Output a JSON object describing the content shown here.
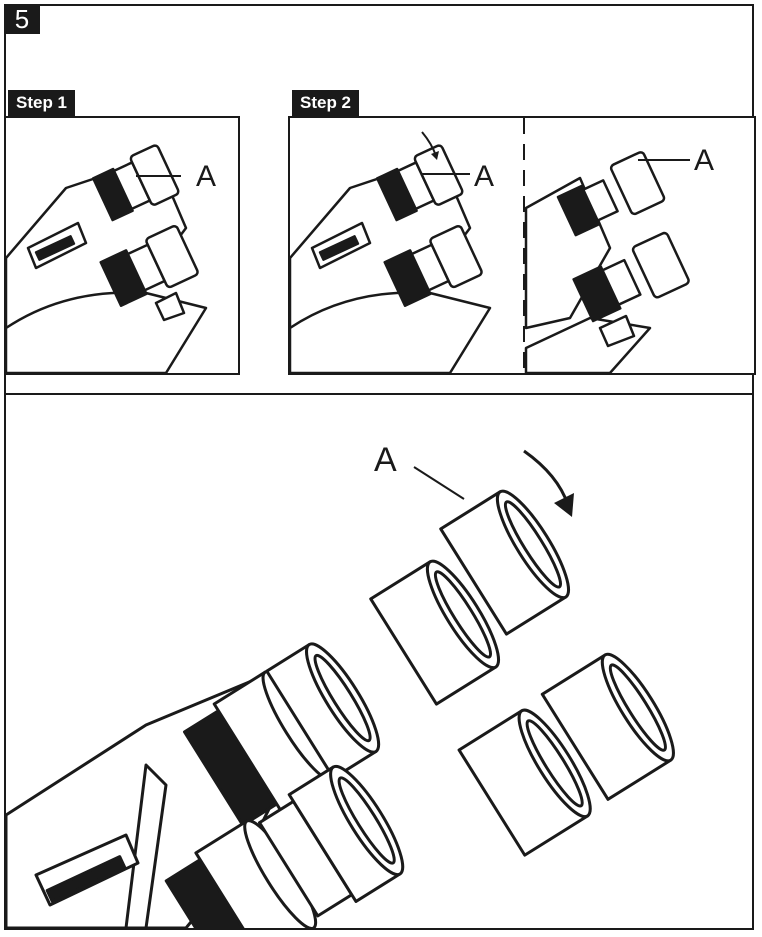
{
  "figure_number": "5",
  "step1": {
    "title": "Step 1",
    "label": "A"
  },
  "step2": {
    "title": "Step 2",
    "label_left": "A",
    "label_right": "A"
  },
  "main": {
    "label": "A"
  },
  "colors": {
    "ink": "#1a1a1a",
    "paper": "#ffffff",
    "shade": "#d9d9d9"
  },
  "icons": {
    "rotation": "curved-arrow-icon"
  }
}
